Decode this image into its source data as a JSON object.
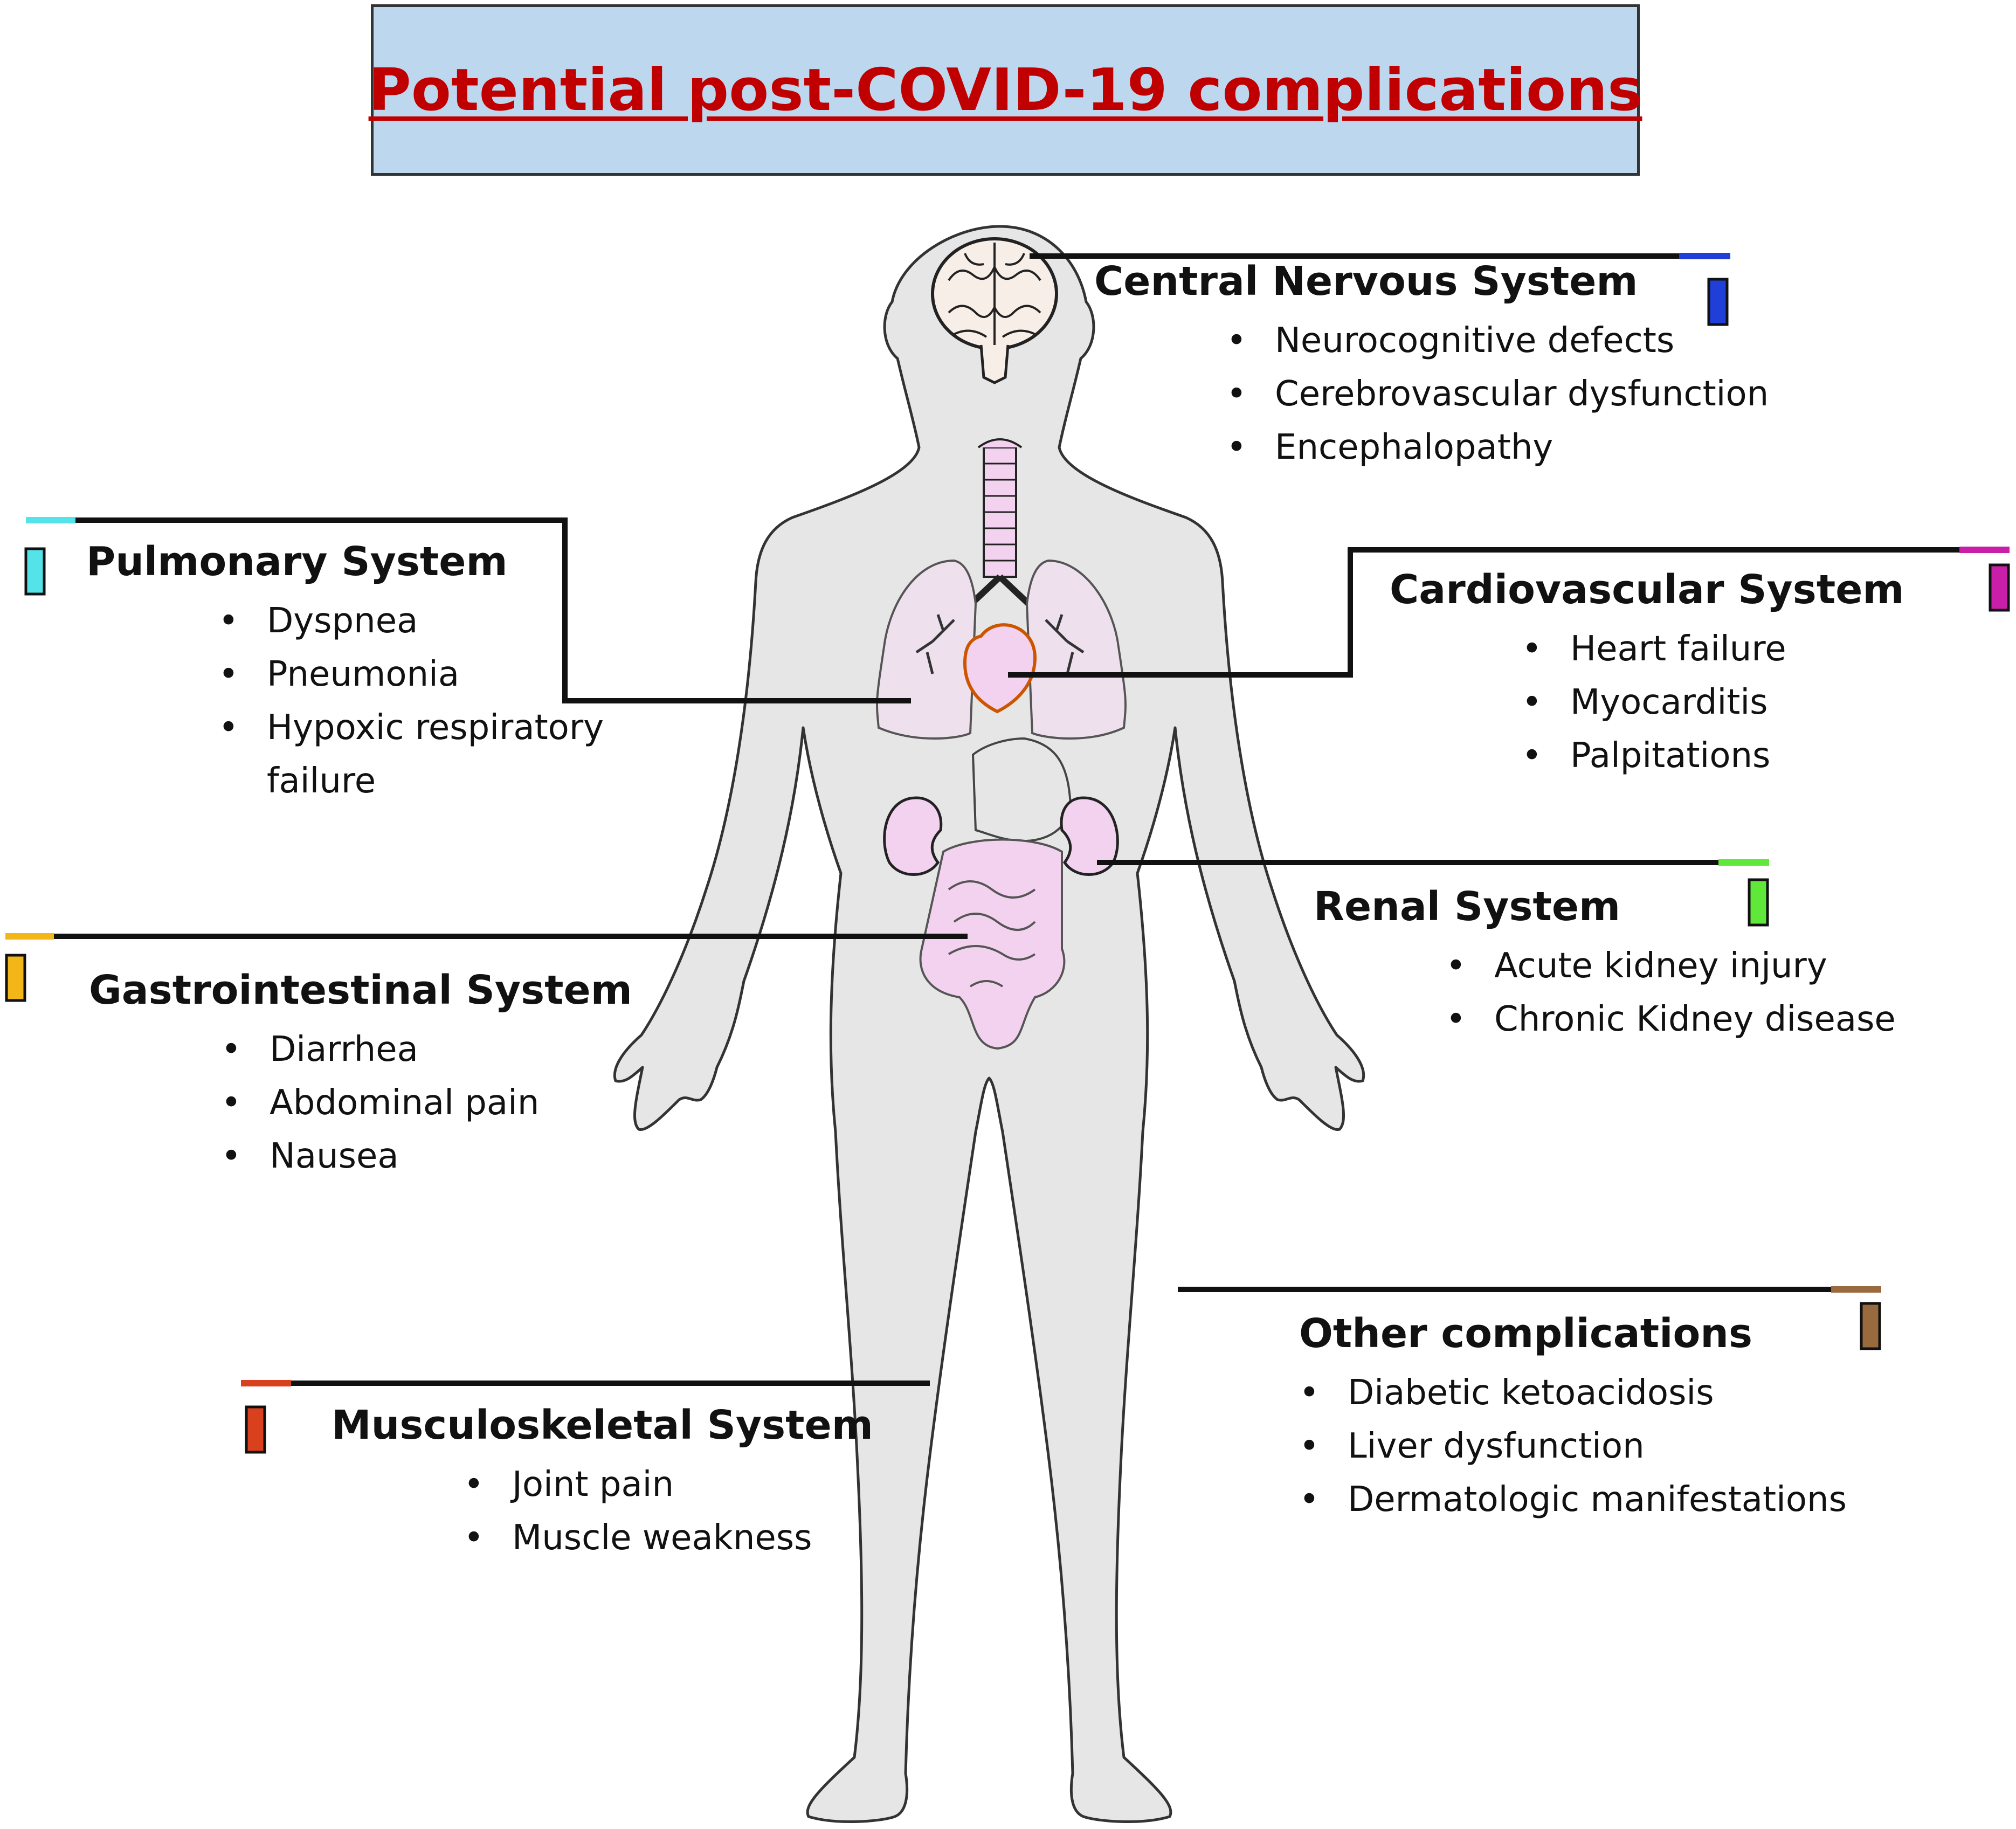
{
  "title": "Potential post-COVID-19 complications",
  "colors": {
    "title_text": "#c00000",
    "title_box": "#bdd7ee",
    "body_fill": "#e6e6e6",
    "organ_fill": "#f3d2f0",
    "lung_fill": "#efe0ee"
  },
  "sections": {
    "cns": {
      "heading": "Central Nervous System",
      "color": "#1f3fd8",
      "items": [
        "Neurocognitive defects",
        "Cerebrovascular dysfunction",
        "Encephalopathy"
      ]
    },
    "pulmonary": {
      "heading": "Pulmonary System",
      "color": "#55e3ea",
      "items": [
        "Dyspnea",
        "Pneumonia",
        "Hypoxic respiratory failure"
      ]
    },
    "cardiovascular": {
      "heading": "Cardiovascular System",
      "color": "#c81ea8",
      "items": [
        "Heart failure",
        "Myocarditis",
        "Palpitations"
      ]
    },
    "renal": {
      "heading": "Renal System",
      "color": "#5fe83a",
      "items": [
        "Acute kidney injury",
        "Chronic Kidney disease"
      ]
    },
    "gastrointestinal": {
      "heading": "Gastrointestinal System",
      "color": "#f2b619",
      "items": [
        "Diarrhea",
        "Abdominal pain",
        "Nausea"
      ]
    },
    "musculoskeletal": {
      "heading": "Musculoskeletal System",
      "color": "#d9401e",
      "items": [
        "Joint pain",
        "Muscle weakness"
      ]
    },
    "other": {
      "heading": "Other complications",
      "color": "#9a6a3f",
      "items": [
        "Diabetic ketoacidosis",
        "Liver dysfunction",
        "Dermatologic manifestations"
      ]
    }
  }
}
